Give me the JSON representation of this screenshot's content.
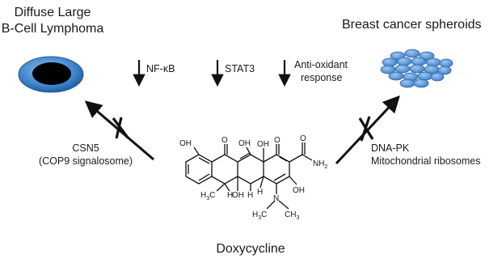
{
  "left_target": {
    "title_line1": "Diffuse Large",
    "title_line2": "B-Cell Lymphoma",
    "inhibited_target_line1": "CSN5",
    "inhibited_target_line2": "(COP9 signalosome)",
    "cell_fill_color": "#000000",
    "cell_ring_color": "#3f86cf"
  },
  "right_target": {
    "title": "Breast cancer spheroids",
    "inhibited_target_line1": "DNA-PK",
    "inhibited_target_line2": "Mitochondrial ribosomes",
    "spheroid_color": "#4f8fd6"
  },
  "downregulated": [
    {
      "label_line1": "NF-κB",
      "label_line2": ""
    },
    {
      "label_line1": "STAT3",
      "label_line2": ""
    },
    {
      "label_line1": "Anti-oxidant",
      "label_line2": "response"
    }
  ],
  "molecule": {
    "name": "Doxycycline",
    "atoms": {
      "oh_top_left": "OH",
      "o_top_1": "O",
      "oh_top_mid": "OH",
      "oh_top_right_o": "O",
      "oh_ring": "OH",
      "o_amide": "O",
      "nh2": "NH",
      "nh2_sub": "2",
      "oh_right": "OH",
      "h3c_left": "H",
      "h3c_left_sub": "3",
      "h3c_left_c": "C",
      "h_left": "H",
      "oh_bottom": "OH",
      "h_bottom": "H",
      "n_amine": "N",
      "ch3_1": "CH",
      "ch3_1_sub": "3",
      "h3c_amine": "H",
      "h3c_amine_sub": "3",
      "h3c_amine_c": "C",
      "h_top": "H"
    }
  },
  "colors": {
    "arrow": "#111111",
    "cross": "#111111"
  }
}
